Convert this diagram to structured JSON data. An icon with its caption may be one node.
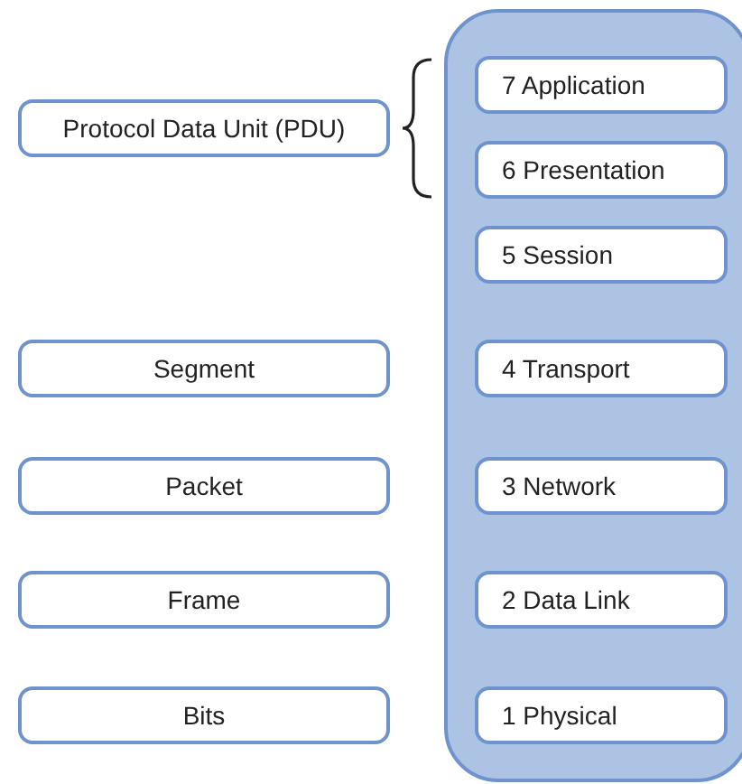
{
  "diagram": {
    "nodes": [
      {
        "text": [
          "Protocol Data Unit (PDU)"
        ]
      },
      {
        "text": [],
        "shape": "box"
      },
      {
        "text": [
          "7 Application"
        ],
        "in": 1
      },
      {
        "text": [
          "6 Presentation"
        ],
        "in": 1
      },
      {
        "text": [
          "5 Session"
        ],
        "in": 1
      },
      {
        "text": [
          "Segment"
        ]
      },
      {
        "text": [
          "4 Transport"
        ],
        "in": 1
      },
      {
        "text": [
          "Packet"
        ]
      },
      {
        "text": [
          "3 Network"
        ],
        "in": 1
      },
      {
        "text": [
          "Frame"
        ]
      },
      {
        "text": [
          "2 Data Link"
        ],
        "in": 1
      },
      {
        "text": [
          "Bits"
        ]
      },
      {
        "text": [
          "1 Physical"
        ],
        "in": 1
      }
    ],
    "edges": []
  }
}
